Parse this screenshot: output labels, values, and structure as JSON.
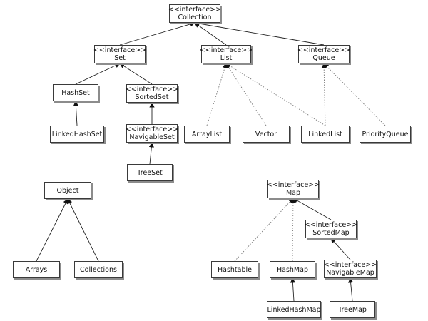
{
  "nodes": {
    "collection": {
      "stereotype": "<<interface>>",
      "name": "Collection"
    },
    "set": {
      "stereotype": "<<interface>>",
      "name": "Set"
    },
    "list": {
      "stereotype": "<<interface>>",
      "name": "List"
    },
    "queue": {
      "stereotype": "<<interface>>",
      "name": "Queue"
    },
    "hashset": {
      "name": "HashSet"
    },
    "sortedset": {
      "stereotype": "<<interface>>",
      "name": "SortedSet"
    },
    "linkedhashset": {
      "name": "LinkedHashSet"
    },
    "navigableset": {
      "stereotype": "<<interface>>",
      "name": "NavigableSet"
    },
    "treeset": {
      "name": "TreeSet"
    },
    "arraylist": {
      "name": "ArrayList"
    },
    "vector": {
      "name": "Vector"
    },
    "linkedlist": {
      "name": "LinkedList"
    },
    "priorityqueue": {
      "name": "PriorityQueue"
    },
    "object": {
      "name": "Object"
    },
    "arrays": {
      "name": "Arrays"
    },
    "collections": {
      "name": "Collections"
    },
    "map": {
      "stereotype": "<<interface>>",
      "name": "Map"
    },
    "sortedmap": {
      "stereotype": "<<interface>>",
      "name": "SortedMap"
    },
    "hashtable": {
      "name": "Hashtable"
    },
    "hashmap": {
      "name": "HashMap"
    },
    "navigablemap": {
      "stereotype": "<<interface>>",
      "name": "NavigableMap"
    },
    "linkedhashmap": {
      "name": "LinkedHashMap"
    },
    "treemap": {
      "name": "TreeMap"
    }
  },
  "edges": [
    {
      "from": "set",
      "to": "collection",
      "style": "solid"
    },
    {
      "from": "list",
      "to": "collection",
      "style": "solid"
    },
    {
      "from": "queue",
      "to": "collection",
      "style": "solid"
    },
    {
      "from": "hashset",
      "to": "set",
      "style": "solid"
    },
    {
      "from": "sortedset",
      "to": "set",
      "style": "solid"
    },
    {
      "from": "linkedhashset",
      "to": "hashset",
      "style": "solid"
    },
    {
      "from": "navigableset",
      "to": "sortedset",
      "style": "solid"
    },
    {
      "from": "treeset",
      "to": "navigableset",
      "style": "solid"
    },
    {
      "from": "arraylist",
      "to": "list",
      "style": "dotted"
    },
    {
      "from": "vector",
      "to": "list",
      "style": "dotted"
    },
    {
      "from": "linkedlist",
      "to": "list",
      "style": "dotted"
    },
    {
      "from": "linkedlist",
      "to": "queue",
      "style": "dotted"
    },
    {
      "from": "priorityqueue",
      "to": "queue",
      "style": "dotted"
    },
    {
      "from": "arrays",
      "to": "object",
      "style": "solid"
    },
    {
      "from": "collections",
      "to": "object",
      "style": "solid"
    },
    {
      "from": "hashtable",
      "to": "map",
      "style": "dotted"
    },
    {
      "from": "hashmap",
      "to": "map",
      "style": "dotted"
    },
    {
      "from": "sortedmap",
      "to": "map",
      "style": "solid"
    },
    {
      "from": "navigablemap",
      "to": "sortedmap",
      "style": "solid"
    },
    {
      "from": "linkedhashmap",
      "to": "hashmap",
      "style": "solid"
    },
    {
      "from": "treemap",
      "to": "navigablemap",
      "style": "solid"
    }
  ]
}
